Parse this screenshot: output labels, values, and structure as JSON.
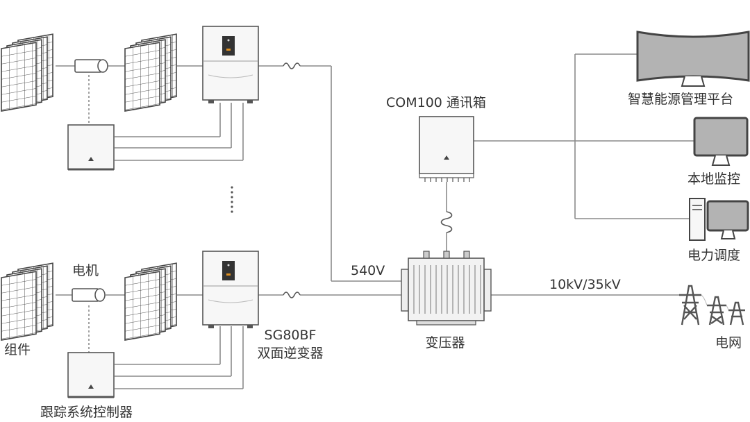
{
  "labels": {
    "module": "组件",
    "motor": "电机",
    "tracker_controller": "跟踪系统控制器",
    "inverter_model": "SG80BF",
    "inverter_name": "双面逆变器",
    "dc_voltage": "540V",
    "com_box": "COM100 通讯箱",
    "transformer": "变压器",
    "grid_voltage": "10kV/35kV",
    "grid": "电网",
    "smart_platform": "智慧能源管理平台",
    "local_monitor": "本地监控",
    "power_dispatch": "电力调度"
  },
  "colors": {
    "line": "#8a8a8a",
    "device_fill": "#f7f7f7",
    "device_stroke": "#555555",
    "panel_fill": "#ffffff",
    "screen_fill": "#b3b3b3",
    "tower": "#555555",
    "text": "#333333"
  }
}
